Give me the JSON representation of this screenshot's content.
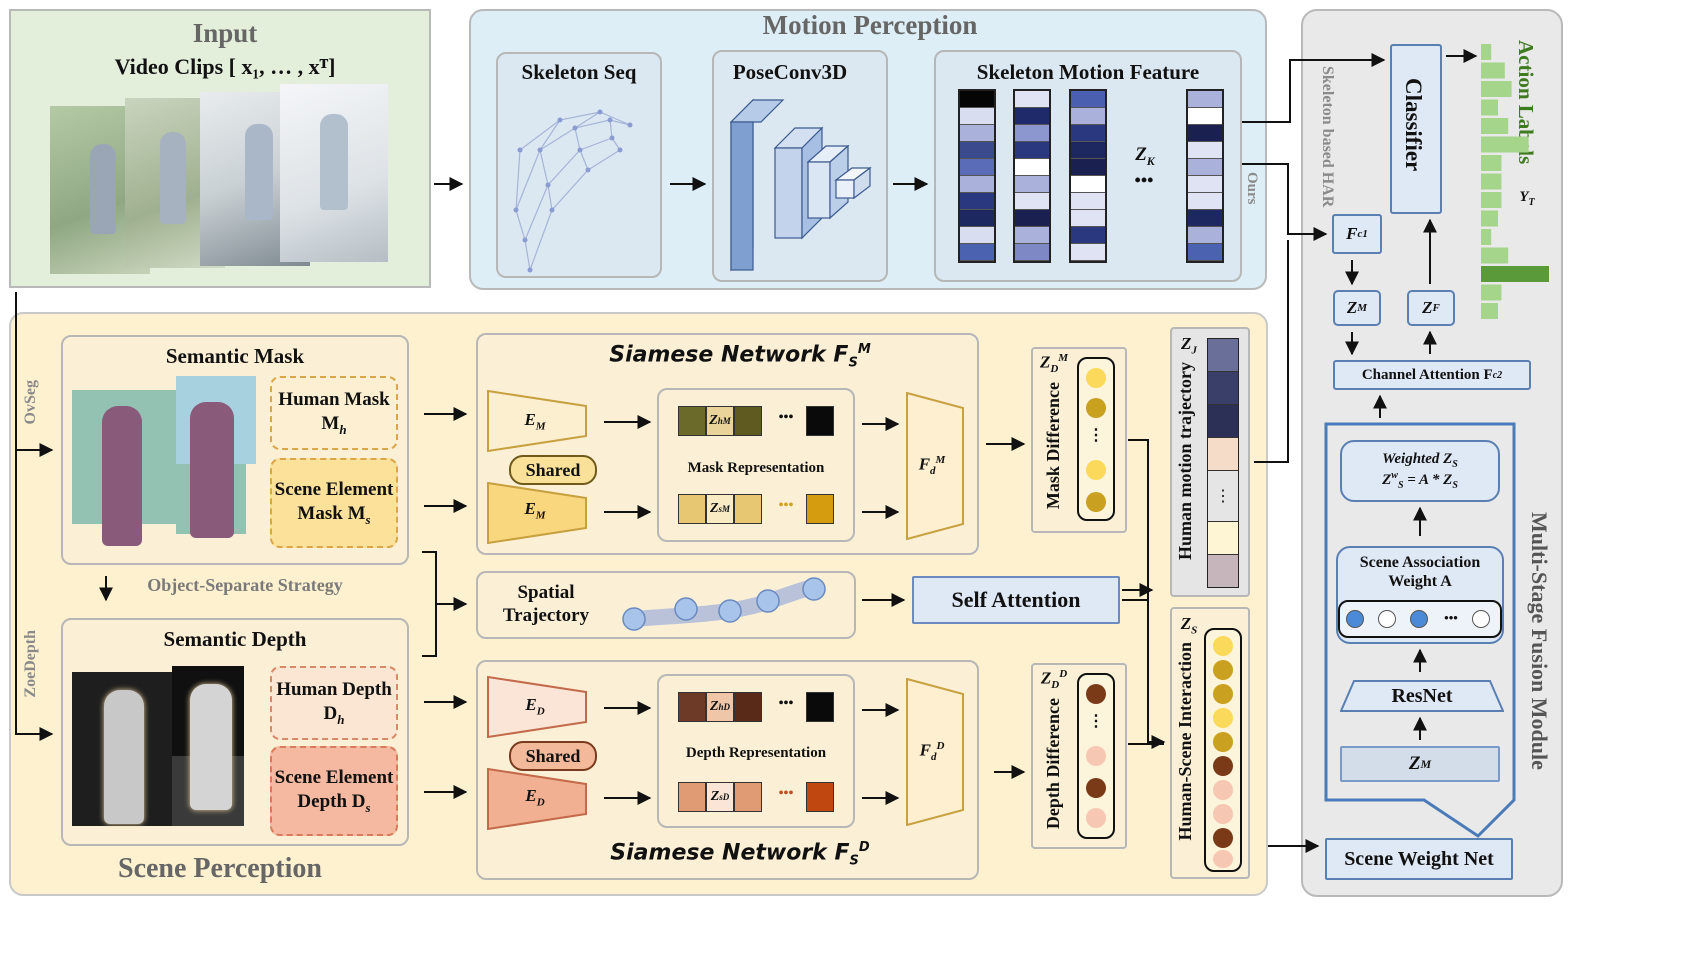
{
  "input": {
    "title": "Input",
    "subtitle": "Video Clips [ x₁, … , xᵀ]"
  },
  "motion": {
    "title": "Motion Perception",
    "skeleton_seq": "Skeleton Seq",
    "poseconv": "PoseConv3D",
    "feature": "Skeleton Motion Feature",
    "zk": "Z",
    "zk_sub": "K",
    "ellipsis": "•••"
  },
  "scene": {
    "title": "Scene Perception",
    "ovseg": "OvSeg",
    "zoedepth": "ZoeDepth",
    "strategy": "Object-Separate Strategy",
    "semantic_mask": "Semantic Mask",
    "semantic_depth": "Semantic Depth",
    "human_mask": "Human Mask M",
    "human_mask_sub": "h",
    "scene_mask": "Scene Element Mask M",
    "scene_mask_sub": "s",
    "human_depth": "Human Depth D",
    "human_depth_sub": "h",
    "scene_depth": "Scene Element Depth D",
    "scene_depth_sub": "s",
    "siamese_m": "Siamese Network F",
    "siamese_d": "Siamese Network F",
    "shared": "Shared",
    "em": "E",
    "em_sub": "M",
    "ed": "E",
    "ed_sub": "D",
    "mask_rep": "Mask Representation",
    "depth_rep": "Depth Representation",
    "fdm": "F",
    "fdd": "F",
    "spatial_traj": "Spatial Trajectory",
    "self_attention": "Self Attention",
    "mask_diff": "Mask Difference",
    "depth_diff": "Depth Difference",
    "zdm": "Z",
    "zdd": "Z",
    "zj": "Z",
    "zs": "Z",
    "human_motion_traj": "Human motion trajectory",
    "hsi": "Human-Scene Interaction"
  },
  "fusion": {
    "title": "Multi-Stage Fusion Module",
    "skeleton_har": "Skeleton based HAR",
    "ours": "Ours",
    "classifier": "Classifier",
    "action_labels": "Action Labels",
    "yt": "Y",
    "fc1": "F",
    "zm": "Z",
    "zf": "Z",
    "channel_attention": "Channel Attention  F",
    "weighted_zs": "Weighted  Z",
    "zsw_eq": "= A * Z",
    "scene_assoc": "Scene Association Weight A",
    "resnet": "ResNet",
    "zm_bottom": "Z",
    "scene_weight_net": "Scene Weight Net",
    "ellipsis": "•••"
  },
  "chart_data": {
    "type": "bar",
    "action_label_bars": [
      0.15,
      0.35,
      0.45,
      0.25,
      0.4,
      0.7,
      0.3,
      0.3,
      0.3,
      0.25,
      0.15,
      0.4,
      1.0,
      0.3,
      0.25
    ]
  },
  "colors": {
    "input_bg": "#e3eedb",
    "motion_bg": "#ddeef6",
    "scene_bg": "#fdf1cf",
    "fusion_bg": "#e9e9e9",
    "blue_accent": "#5a7fb3",
    "green_bar": "#a5d48b",
    "green_dark": "#5a9a3a"
  }
}
